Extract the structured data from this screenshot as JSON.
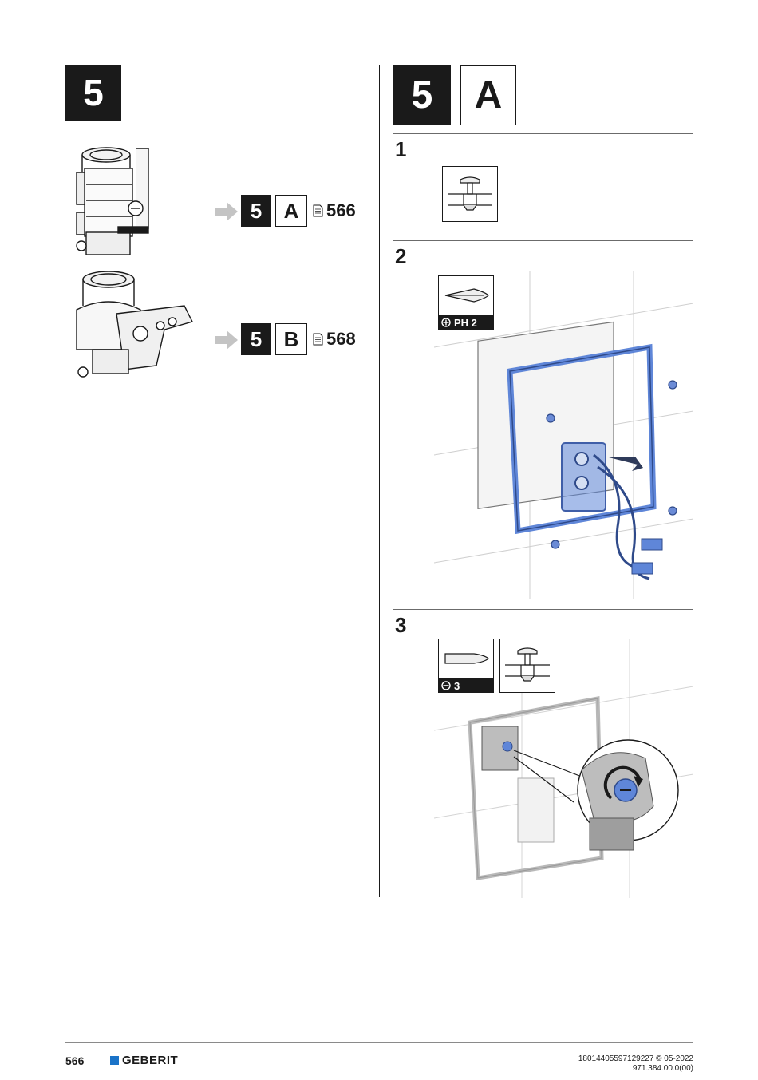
{
  "left": {
    "step_number": "5",
    "options": [
      {
        "step": "5",
        "variant": "A",
        "page_ref": "566",
        "part": "valve-with-clip-holder"
      },
      {
        "step": "5",
        "variant": "B",
        "page_ref": "568",
        "part": "valve-with-bracket"
      }
    ]
  },
  "right": {
    "header_step": "5",
    "header_variant": "A",
    "steps": [
      {
        "number": "1"
      },
      {
        "number": "2",
        "tool_label": "PH 2"
      },
      {
        "number": "3",
        "tool_label": "3"
      }
    ]
  },
  "footer": {
    "page_number": "566",
    "brand": "GEBERIT",
    "doc_id": "18014405597129227 © 05-2022",
    "doc_code": "971.384.00.0(00)"
  },
  "colors": {
    "accent_blue": "#4a6fc9",
    "brand_blue": "#1a73c8",
    "ink": "#1a1a1a"
  }
}
